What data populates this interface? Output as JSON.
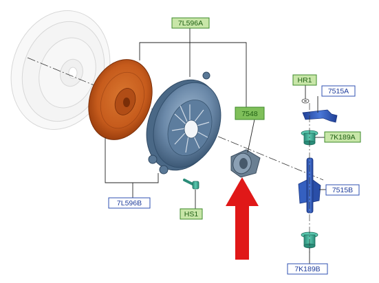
{
  "callouts": {
    "pressure_plate": "7L596A",
    "clutch_disc": "7L596B",
    "release_bearing": "7548",
    "bolt": "HS1",
    "retainer": "HR1",
    "release_fork": "7515A",
    "bushing_upper": "7K189A",
    "fork_shaft": "7515B",
    "bushing_lower": "7K189B"
  },
  "colors": {
    "green_box_fill": "#c8e6a8",
    "green_box_stroke": "#3d8a2a",
    "green_text": "#1f5f14",
    "blue_box_fill": "#ffffff",
    "blue_box_stroke": "#2d4fb0",
    "blue_text": "#1c3a9a",
    "pointer_arrow": "#e01818",
    "clutch_disc_fill": "#c8581a",
    "pressure_plate_fill": "#5f7fa0",
    "part_teal": "#3aa58f",
    "part_blue": "#2d55b5",
    "leader_line": "#222222"
  }
}
